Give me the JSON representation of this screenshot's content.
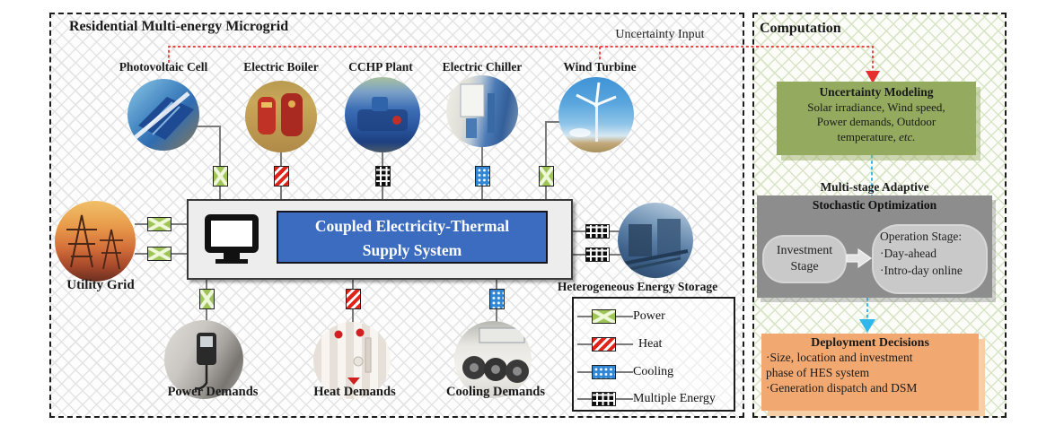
{
  "microgrid": {
    "title": "Residential Multi-energy Microgrid",
    "uncertainty_input_label": "Uncertainty Input",
    "devices": [
      {
        "label": "Photovoltaic Cell",
        "energy": "power"
      },
      {
        "label": "Electric Boiler",
        "energy": "heat"
      },
      {
        "label": "CCHP Plant",
        "energy": "multiple"
      },
      {
        "label": "Electric Chiller",
        "energy": "cooling"
      },
      {
        "label": "Wind Turbine",
        "energy": "power"
      }
    ],
    "utility_grid_label": "Utility Grid",
    "central_system": {
      "line1": "Coupled Electricity-Thermal",
      "line2": "Supply System"
    },
    "storage_label": "Heterogeneous Energy Storage",
    "demands": [
      {
        "label": "Power Demands",
        "energy": "power"
      },
      {
        "label": "Heat Demands",
        "energy": "heat"
      },
      {
        "label": "Cooling Demands",
        "energy": "cooling"
      }
    ],
    "legend": [
      {
        "label": "Power",
        "energy": "power"
      },
      {
        "label": "Heat",
        "energy": "heat"
      },
      {
        "label": "Cooling",
        "energy": "cooling"
      },
      {
        "label": "Multiple Energy",
        "energy": "multiple"
      }
    ]
  },
  "computation": {
    "title": "Computation",
    "uncertainty_modeling": {
      "title": "Uncertainty Modeling",
      "line1": "Solar irradiance, Wind speed,",
      "line2": "Power demands, Outdoor",
      "line3": "temperature, ",
      "line3_italic": "etc."
    },
    "optimization": {
      "title_line1": "Multi-stage Adaptive",
      "title_line2": "Stochastic Optimization",
      "investment_stage": {
        "line1": "Investment",
        "line2": "Stage"
      },
      "operation_stage": {
        "line1": "Operation Stage:",
        "line2": "·Day-ahead",
        "line3": "·Intro-day online"
      }
    },
    "deployment": {
      "title": "Deployment Decisions",
      "line1": "·Size, location and investment",
      "line2": "phase of HES system",
      "line3": "·Generation dispatch and DSM"
    }
  },
  "colors": {
    "power": "#9ec455",
    "heat": "#e02218",
    "cooling": "#2f86d4",
    "multiple_energy": "#0e0e0e",
    "uncertainty_arrow": "#e62e2e",
    "flow_arrow": "#2fb6ea",
    "uncertainty_box": "#93aa5f",
    "optimization_box": "#8d8d8d",
    "deployment_box": "#f2a971",
    "central_box_blue": "#3b6cc0"
  }
}
